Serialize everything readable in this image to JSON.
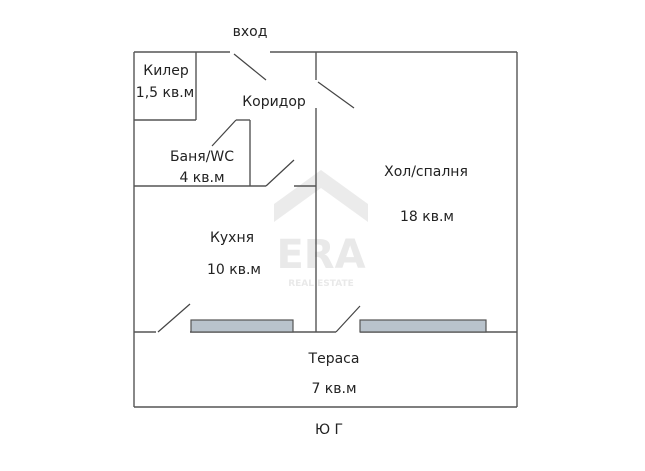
{
  "plan": {
    "entrance_label": "вход",
    "orientation_label": "Ю Г",
    "rooms": {
      "storage": {
        "name": "Килер",
        "area": "1,5 кв.м"
      },
      "corridor": {
        "name": "Коридор"
      },
      "bathroom": {
        "name": "Баня/WC",
        "area": "4 кв.м"
      },
      "kitchen": {
        "name": "Кухня",
        "area": "10 кв.м"
      },
      "living": {
        "name": "Хол/спалня",
        "area": "18 кв.м"
      },
      "terrace": {
        "name": "Тераса",
        "area": "7 кв.м"
      }
    }
  },
  "watermark": {
    "brand": "ERA",
    "tagline": "REAL ESTATE"
  },
  "colors": {
    "wall": "#555555",
    "window_fill": "#b9c3cc",
    "watermark": "#e3e3e3"
  }
}
